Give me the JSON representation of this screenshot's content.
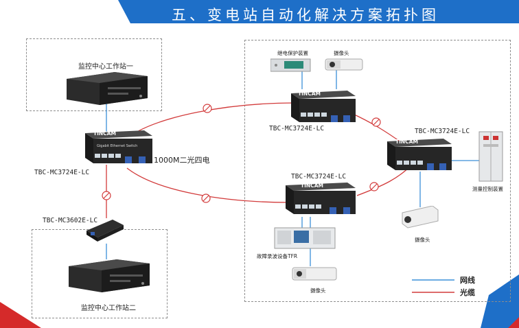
{
  "title": "五、变电站自动化解决方案拓扑图",
  "workstation1_label": "监控中心工作站一",
  "workstation2_label": "监控中心工作站二",
  "main_switch_model": "TBC-MC3724E-LC",
  "main_switch_desc": "1000M二光四电",
  "converter_model": "TBC-MC3602E-LC",
  "switch_top_model": "TBC-MC3724E-LC",
  "switch_right_model": "TBC-MC3724E-LC",
  "switch_bottom_model": "TBC-MC3724E-LC",
  "brand": "TINCAM",
  "switch_caption": "Gigabit Ethernet Switch",
  "relay_device_label": "继电保护装置",
  "camera_label": "摄像头",
  "measure_control_label": "测量控制装置",
  "fault_recorder_label": "故障录波设备TFR",
  "legend": {
    "network_cable": "网线",
    "optical_cable": "光缆",
    "network_color": "#3a8fd8",
    "optical_color": "#d23a3a"
  },
  "colors": {
    "header_blue": "#1e6fc8",
    "accent_red": "#d52a2a"
  }
}
